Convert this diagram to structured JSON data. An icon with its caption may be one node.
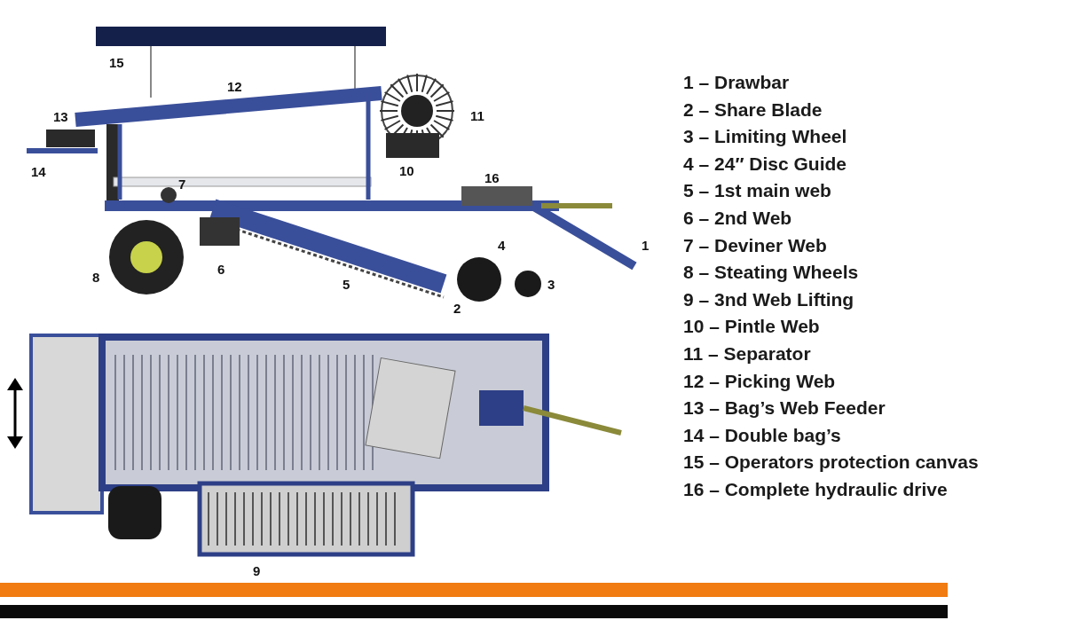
{
  "diagram": {
    "labels": [
      "15",
      "12",
      "13",
      "11",
      "14",
      "10",
      "16",
      "7",
      "4",
      "1",
      "8",
      "6",
      "5",
      "3",
      "2",
      "9",
      "1 – Drawbar",
      "2 – Share Blade",
      "3 – Limiting Wheel",
      "4 – 24″ Disc Guide",
      "5 – 1st main web",
      "6 – 2nd Web",
      "7 – Deviner Web",
      "8 – Steating Wheels",
      "9 – 3nd Web Lifting",
      "10 – Pintle Web",
      "11 – Separator",
      "12 – Picking Web",
      "13 – Bag’s Web Feeder",
      "14 – Double bag’s",
      "15 – Operators protection canvas",
      "16 – Complete hydraulic drive"
    ]
  }
}
